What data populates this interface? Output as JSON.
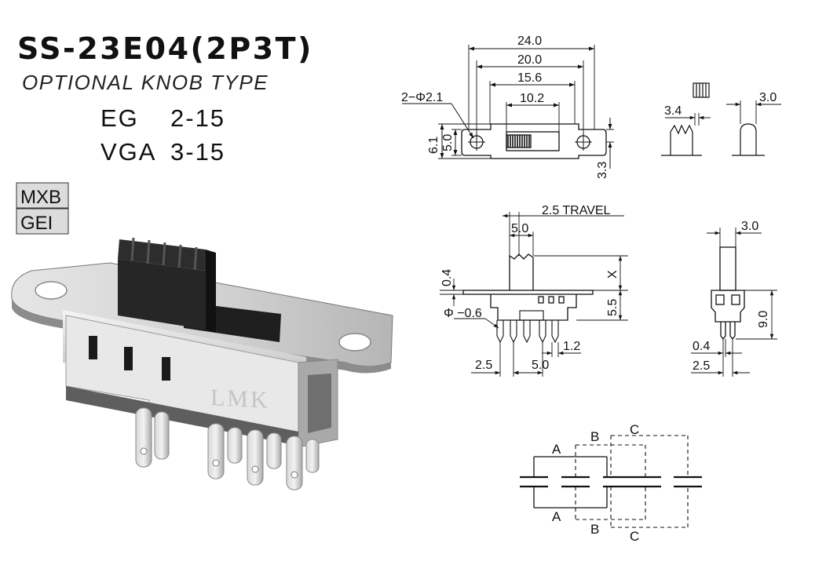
{
  "title": {
    "model": "SS-23E04(2P3T)",
    "subtitle": "OPTIONAL KNOB TYPE",
    "lines": [
      {
        "label": "EG",
        "value": "2-15"
      },
      {
        "label": "VGA",
        "value": "3-15"
      }
    ]
  },
  "brands": [
    "MXB",
    "GEI"
  ],
  "photo": {
    "marking": "LMK"
  },
  "top_view": {
    "dims": [
      "24.0",
      "20.0",
      "15.6",
      "10.2"
    ],
    "hole": "2−Φ2.1",
    "height_outer": "6.1",
    "height_inner": "5.0",
    "offset": "3.3"
  },
  "knob_detail": {
    "left_dim": "3.4",
    "right_dim": "3.0"
  },
  "front_view": {
    "travel": "2.5  TRAVEL",
    "knob_width": "5.0",
    "thickness": "0.4",
    "knob_height": "X",
    "body_height": "5.5",
    "pin_dia": "Φ −0.6",
    "pitch_left": "2.5",
    "pitch": "5.0",
    "pin_width": "1.2"
  },
  "side_view": {
    "knob_width": "3.0",
    "height": "9.0",
    "thickness": "0.4",
    "pitch": "2.5"
  },
  "schematic": {
    "labels_top": [
      "A",
      "B",
      "C"
    ],
    "labels_bottom": [
      "A",
      "B",
      "C"
    ]
  }
}
